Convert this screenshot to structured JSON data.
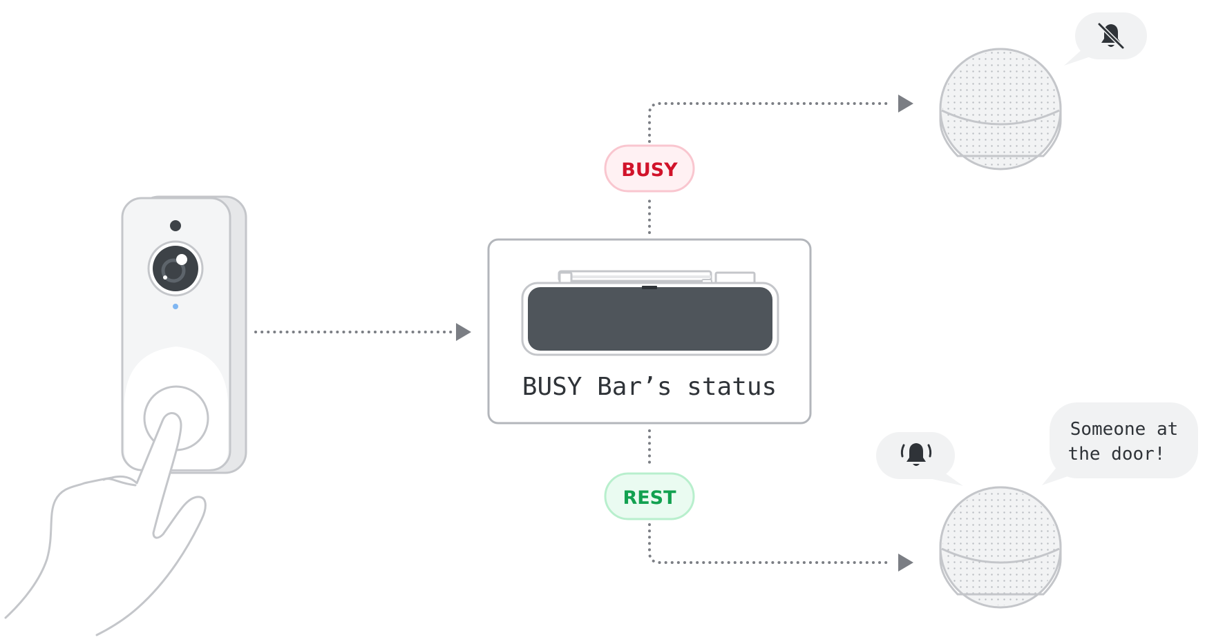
{
  "central_box": {
    "label": "BUSY Bar’s status"
  },
  "states": {
    "busy": {
      "label": "BUSY",
      "text_color": "#d1132a",
      "fill": "#fff1f3",
      "stroke": "#f9c6cf"
    },
    "rest": {
      "label": "REST",
      "text_color": "#12a150",
      "fill": "#eafbf1",
      "stroke": "#b8efcd"
    }
  },
  "speech_bubbles": {
    "message": {
      "line1": "Someone at",
      "line2": "the door!"
    }
  },
  "icons": {
    "muted": "bell-off-icon",
    "ringing": "bell-ringing-icon"
  },
  "colors": {
    "line": "#7b7e84",
    "arrow": "#7b7e84",
    "outline": "#c4c6ca",
    "screen": "#4f555b",
    "bubble": "#f1f2f3",
    "text": "#2f3338"
  }
}
